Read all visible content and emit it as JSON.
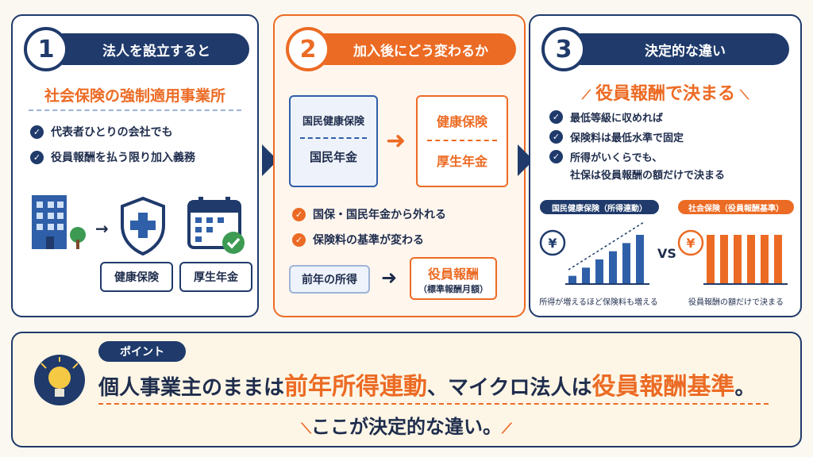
{
  "step1": {
    "number": "1",
    "title": "法人を設立すると",
    "subtitle": "社会保険の強制適用事業所",
    "checks": [
      "代表者ひとりの会社でも",
      "役員報酬を払う限り加入義務"
    ],
    "labels": [
      "健康保険",
      "厚生年金"
    ]
  },
  "step2": {
    "number": "2",
    "title": "加入後にどう変わるか",
    "before": [
      "国民健康保険",
      "国民年金"
    ],
    "after": [
      "健康保険",
      "厚生年金"
    ],
    "checks": [
      "国保・国民年金から外れる",
      "保険料の基準が変わる"
    ],
    "from": "前年の所得",
    "to_main": "役員報酬",
    "to_sub": "（標準報酬月額）"
  },
  "step3": {
    "number": "3",
    "title": "決定的な違い",
    "subtitle": "役員報酬で決まる",
    "checks": [
      "最低等級に収めれば",
      "保険料は最低水準で固定",
      "所得がいくらでも、",
      "社保は役員報酬の額だけで決まる"
    ],
    "chart_left_title": "国民健康保険（所得連動）",
    "chart_left_caption": "所得が増えるほど保険料も増える",
    "vs": "VS",
    "chart_right_title": "社会保険（役員報酬基準）",
    "chart_right_caption": "役員報酬の額だけで決まる",
    "yen": "¥"
  },
  "point": {
    "tag": "ポイント",
    "line1_a": "個人事業主のままは",
    "line1_b": "前年所得連動",
    "line1_c": "、マイクロ法人は",
    "line1_d": "役員報酬基準",
    "line1_e": "。",
    "line2": "ここが決定的な違い。"
  },
  "chart_data": [
    {
      "type": "bar",
      "title": "国民健康保険（所得連動）",
      "values": [
        1,
        2,
        3,
        4,
        5,
        6
      ],
      "trend": "increasing"
    },
    {
      "type": "bar",
      "title": "社会保険（役員報酬基準）",
      "values": [
        5,
        5,
        5,
        5,
        5,
        5
      ],
      "trend": "flat"
    }
  ],
  "colors": {
    "navy": "#1f3a6b",
    "orange": "#ec6b24",
    "blue": "#2f5fa8"
  }
}
